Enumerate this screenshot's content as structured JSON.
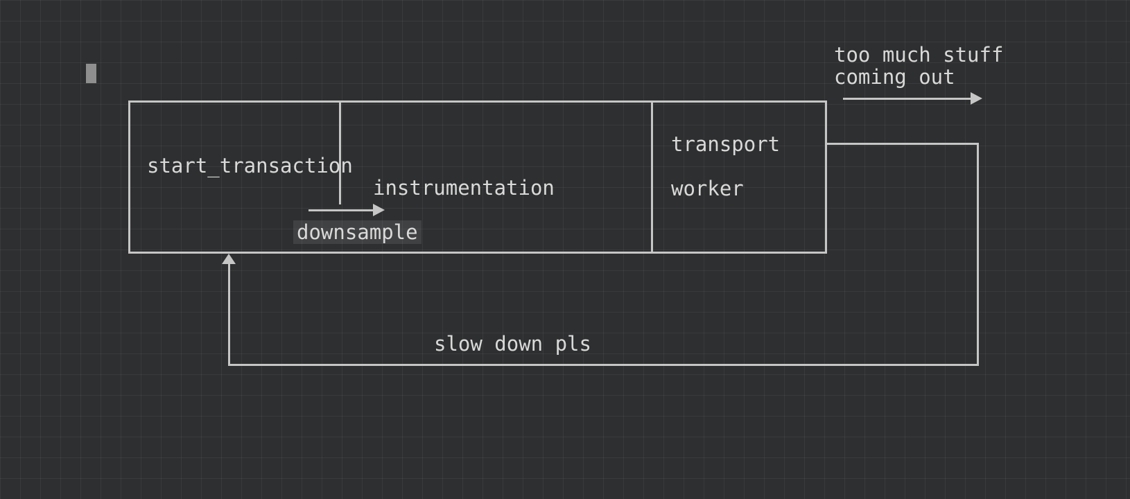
{
  "app": {
    "background_color": "#2e2f30",
    "grid_color": "rgba(255,255,255,0.05)",
    "stroke_color": "#c6c6c6",
    "text_color": "#d9d9d9"
  },
  "diagram": {
    "pipeline": {
      "stage1_label": "start_transaction",
      "stage2_label": "instrumentation",
      "stage3_label_line1": "transport",
      "stage3_label_line2": "worker"
    },
    "downsample_label": "downsample",
    "output_note": "too much stuff\ncoming out",
    "feedback_label": "slow down pls"
  }
}
